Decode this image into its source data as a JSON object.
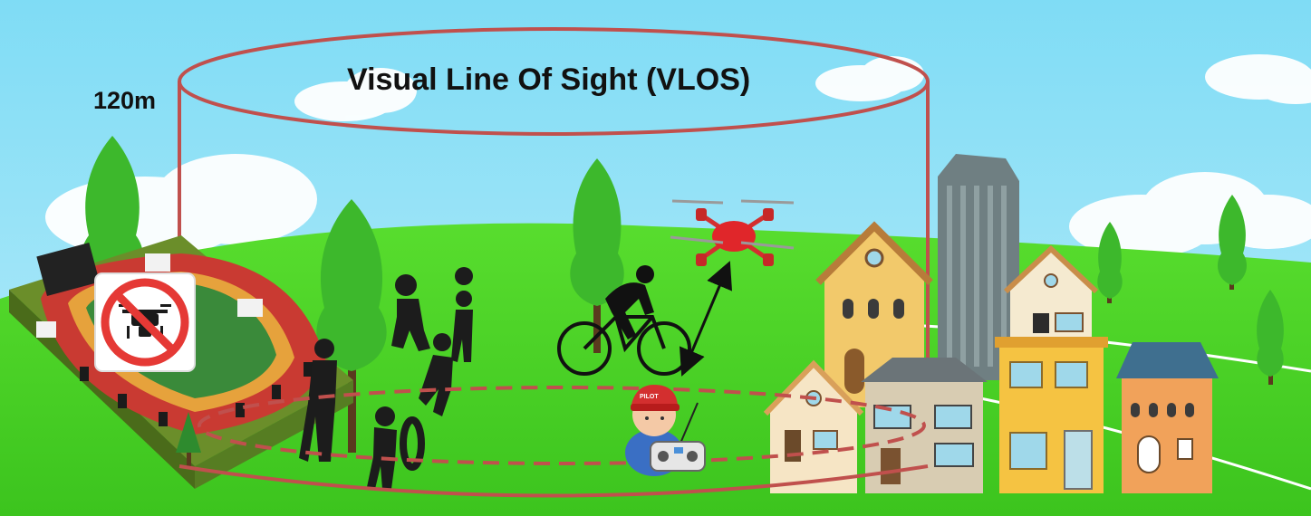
{
  "diagram": {
    "title": "Visual Line Of Sight (VLOS)",
    "altitude_label": "120m",
    "pilot_cap_text": "PILOT",
    "colors": {
      "sky": "#7fdcf5",
      "grass": "#4ed62a",
      "vlos_boundary": "#c0504d",
      "drone_body": "#e0262a",
      "no_drone_sign": "#e53935",
      "stadium": "#c93a32",
      "tree": "#3db82c"
    },
    "icons": [
      "no-drone-sign-icon",
      "drone-icon",
      "pilot-icon",
      "remote-controller-icon",
      "cyclist-icon",
      "children-silhouettes-icon",
      "stadium-icon",
      "houses-icon",
      "skyscraper-icon"
    ]
  }
}
